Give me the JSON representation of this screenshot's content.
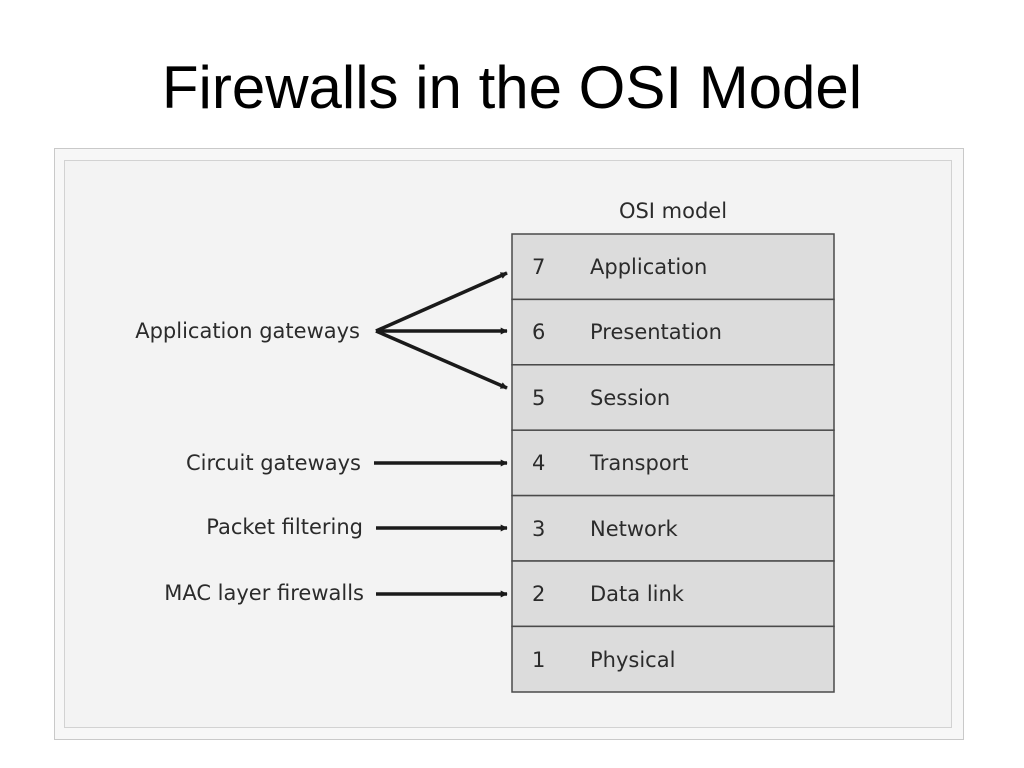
{
  "slide": {
    "title": "Firewalls in the OSI Model"
  },
  "diagram": {
    "model_label": "OSI model",
    "layers": [
      {
        "number": "7",
        "name": "Application"
      },
      {
        "number": "6",
        "name": "Presentation"
      },
      {
        "number": "5",
        "name": "Session"
      },
      {
        "number": "4",
        "name": "Transport"
      },
      {
        "number": "3",
        "name": "Network"
      },
      {
        "number": "2",
        "name": "Data link"
      },
      {
        "number": "1",
        "name": "Physical"
      }
    ],
    "firewall_types": [
      {
        "label": "Application gateways",
        "targets": [
          "7",
          "6",
          "5"
        ]
      },
      {
        "label": "Circuit gateways",
        "targets": [
          "4"
        ]
      },
      {
        "label": "Packet filtering",
        "targets": [
          "3"
        ]
      },
      {
        "label": "MAC layer firewalls",
        "targets": [
          "2"
        ]
      }
    ],
    "colors": {
      "layer_fill": "#dcdcdc",
      "stroke": "#4a4a4a",
      "arrow": "#1a1a1a"
    }
  }
}
